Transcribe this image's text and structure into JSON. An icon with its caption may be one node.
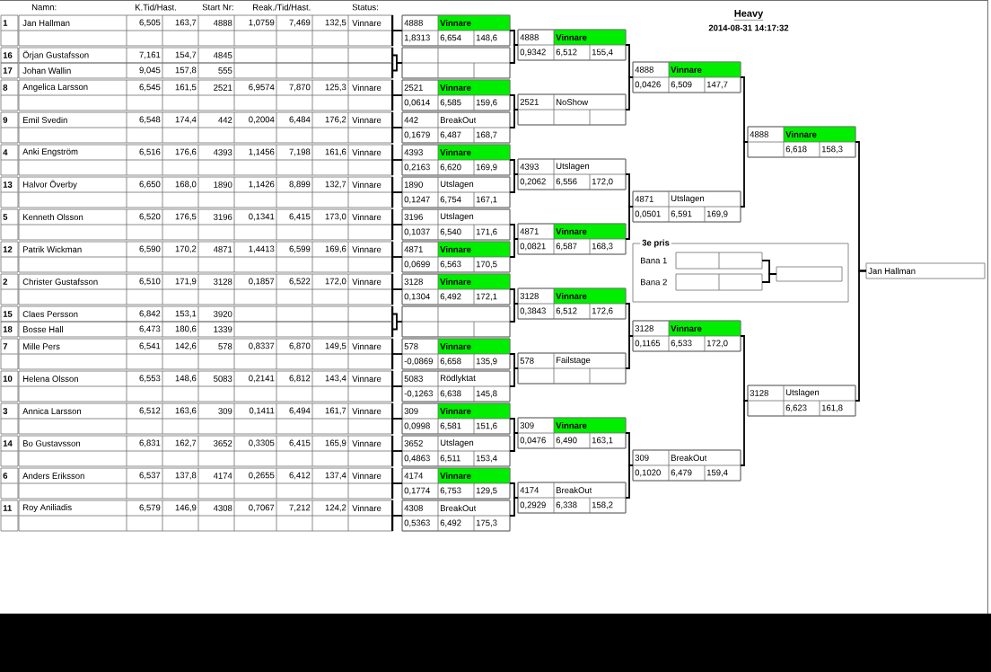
{
  "diagram": {
    "title": "Heavy",
    "nodes": [
      {
        "text": [
          "1",
          "Jan Hallman",
          "6,505",
          "163,7",
          "4888",
          "1,0759",
          "7,469",
          "132,5",
          "Vinnare"
        ]
      },
      {
        "text": [
          "16",
          "Örjan Gustafsson",
          "7,161",
          "154,7",
          "4845"
        ]
      },
      {
        "text": [
          "17",
          "Johan Wallin",
          "9,045",
          "157,8",
          "555"
        ]
      },
      {
        "text": [
          "8",
          "Angelica Larsson",
          "6,545",
          "161,5",
          "2521",
          "6,9574",
          "7,870",
          "125,3",
          "Vinnare"
        ]
      },
      {
        "text": [
          "9",
          "Emil Svedin",
          "6,548",
          "174,4",
          "442",
          "0,2004",
          "6,484",
          "176,2",
          "Vinnare"
        ]
      },
      {
        "text": [
          "4",
          "Anki Engström",
          "6,516",
          "176,6",
          "4393",
          "1,1456",
          "7,198",
          "161,6",
          "Vinnare"
        ]
      },
      {
        "text": [
          "13",
          "Halvor Överby",
          "6,650",
          "168,0",
          "1890",
          "1,1426",
          "8,899",
          "132,7",
          "Vinnare"
        ]
      },
      {
        "text": [
          "5",
          "Kenneth Olsson",
          "6,520",
          "176,5",
          "3196",
          "0,1341",
          "6,415",
          "173,0",
          "Vinnare"
        ]
      },
      {
        "text": [
          "12",
          "Patrik Wickman",
          "6,590",
          "170,2",
          "4871",
          "1,4413",
          "6,599",
          "169,6",
          "Vinnare"
        ]
      },
      {
        "text": [
          "2",
          "Christer Gustafsson",
          "6,510",
          "171,9",
          "3128",
          "0,1857",
          "6,522",
          "172,0",
          "Vinnare"
        ]
      },
      {
        "text": [
          "15",
          "Claes Persson",
          "6,842",
          "153,1",
          "3920"
        ]
      },
      {
        "text": [
          "18",
          "Bosse Hall",
          "6,473",
          "180,6",
          "1339"
        ]
      },
      {
        "text": [
          "7",
          "Mille Pers",
          "6,541",
          "142,6",
          "578",
          "0,8337",
          "6,870",
          "149,5",
          "Vinnare"
        ]
      },
      {
        "text": [
          "10",
          "Helena Olsson",
          "6,553",
          "148,6",
          "5083",
          "0,2141",
          "6,812",
          "143,4",
          "Vinnare"
        ]
      },
      {
        "text": [
          "3",
          "Annica Larsson",
          "6,512",
          "163,6",
          "309",
          "0,1411",
          "6,494",
          "161,7",
          "Vinnare"
        ]
      },
      {
        "text": [
          "14",
          "Bo Gustavsson",
          "6,831",
          "162,7",
          "3652",
          "0,3305",
          "6,415",
          "165,9",
          "Vinnare"
        ]
      },
      {
        "text": [
          "6",
          "Anders Eriksson",
          "6,537",
          "137,8",
          "4174",
          "0,2655",
          "6,412",
          "137,4",
          "Vinnare"
        ]
      },
      {
        "text": [
          "11",
          "Roy Aniliadis",
          "6,579",
          "146,9",
          "4308",
          "0,7067",
          "7,212",
          "124,2",
          "Vinnare"
        ]
      },
      {
        "text": [
          "4888",
          "Vinnare",
          "1,8313",
          "6,654",
          "148,6"
        ]
      },
      {
        "text": [],
        "shape": "box"
      },
      {
        "text": [
          "2521",
          "Vinnare",
          "0,0614",
          "6,585",
          "159,6"
        ]
      },
      {
        "text": [
          "442",
          "BreakOut",
          "0,1679",
          "6,487",
          "168,7"
        ]
      },
      {
        "text": [
          "4393",
          "Vinnare",
          "0,2163",
          "6,620",
          "169,9"
        ]
      },
      {
        "text": [
          "1890",
          "Utslagen",
          "0,1247",
          "6,754",
          "167,1"
        ]
      },
      {
        "text": [
          "3196",
          "Utslagen",
          "0,1037",
          "6,540",
          "171,6"
        ]
      },
      {
        "text": [
          "4871",
          "Vinnare",
          "0,0699",
          "6,563",
          "170,5"
        ]
      },
      {
        "text": [
          "3128",
          "Vinnare",
          "0,1304",
          "6,492",
          "172,1"
        ]
      },
      {
        "text": [],
        "shape": "box"
      },
      {
        "text": [
          "578",
          "Vinnare",
          "-0,0869",
          "6,658",
          "135,9"
        ]
      },
      {
        "text": [
          "5083",
          "Rödlyktat",
          "-0,1263",
          "6,638",
          "145,8"
        ]
      },
      {
        "text": [
          "309",
          "Vinnare",
          "0,0998",
          "6,581",
          "151,6"
        ]
      },
      {
        "text": [
          "3652",
          "Utslagen",
          "0,4863",
          "6,511",
          "153,4"
        ]
      },
      {
        "text": [
          "4174",
          "Vinnare",
          "0,1774",
          "6,753",
          "129,5"
        ]
      },
      {
        "text": [
          "4308",
          "BreakOut",
          "0,5363",
          "6,492",
          "175,3"
        ]
      },
      {
        "text": [
          "4888",
          "Vinnare",
          "0,9342",
          "6,512",
          "155,4"
        ]
      },
      {
        "text": [
          "2521",
          "NoShow"
        ]
      },
      {
        "text": [
          "4393",
          "Utslagen",
          "0,2062",
          "6,556",
          "172,0"
        ]
      },
      {
        "text": [
          "4871",
          "Vinnare",
          "0,0821",
          "6,587",
          "168,3"
        ]
      },
      {
        "text": [
          "3128",
          "Vinnare",
          "0,3843",
          "6,512",
          "172,6"
        ]
      },
      {
        "text": [
          "578",
          "Failstage"
        ]
      },
      {
        "text": [
          "309",
          "Vinnare",
          "0,0476",
          "6,490",
          "163,1"
        ]
      },
      {
        "text": [
          "4174",
          "BreakOut",
          "0,2929",
          "6,338",
          "158,2"
        ]
      },
      {
        "text": [
          "4888",
          "Vinnare",
          "0,0426",
          "6,509",
          "147,7"
        ]
      },
      {
        "text": [
          "4871",
          "Utslagen",
          "0,0501",
          "6,591",
          "169,9"
        ]
      },
      {
        "text": [
          "3128",
          "Vinnare",
          "0,1165",
          "6,533",
          "172,0"
        ]
      },
      {
        "text": [
          "309",
          "BreakOut",
          "0,1020",
          "6,479",
          "159,4"
        ]
      },
      {
        "text": [
          "4888",
          "Vinnare",
          "6,618",
          "158,3"
        ]
      },
      {
        "text": [
          "3128",
          "Utslagen",
          "6,623",
          "161,8"
        ]
      },
      {
        "text": [
          "Jan Hallman"
        ]
      },
      {
        "text": [
          "3e pris"
        ]
      },
      {
        "text": [
          "Bana 1"
        ],
        "in": 49
      },
      {
        "text": [
          "Bana 2"
        ],
        "in": 49
      },
      {
        "text": [],
        "shape": "box",
        "in": 49
      }
    ],
    "edges": [
      {
        "from": 0,
        "to": 18,
        "arrow": "none"
      },
      {
        "from": 1,
        "to": 19,
        "arrow": "none"
      },
      {
        "from": 2,
        "to": 19,
        "arrow": "none"
      },
      {
        "from": 3,
        "to": 20,
        "arrow": "none"
      },
      {
        "from": 4,
        "to": 21,
        "arrow": "none"
      },
      {
        "from": 5,
        "to": 22,
        "arrow": "none"
      },
      {
        "from": 6,
        "to": 23,
        "arrow": "none"
      },
      {
        "from": 7,
        "to": 24,
        "arrow": "none"
      },
      {
        "from": 8,
        "to": 25,
        "arrow": "none"
      },
      {
        "from": 9,
        "to": 26,
        "arrow": "none"
      },
      {
        "from": 10,
        "to": 27,
        "arrow": "none"
      },
      {
        "from": 11,
        "to": 27,
        "arrow": "none"
      },
      {
        "from": 12,
        "to": 28,
        "arrow": "none"
      },
      {
        "from": 13,
        "to": 29,
        "arrow": "none"
      },
      {
        "from": 14,
        "to": 30,
        "arrow": "none"
      },
      {
        "from": 15,
        "to": 31,
        "arrow": "none"
      },
      {
        "from": 16,
        "to": 32,
        "arrow": "none"
      },
      {
        "from": 17,
        "to": 33,
        "arrow": "none"
      },
      {
        "from": 18,
        "to": 34,
        "arrow": "none"
      },
      {
        "from": 19,
        "to": 34,
        "arrow": "none"
      },
      {
        "from": 20,
        "to": 35,
        "arrow": "none"
      },
      {
        "from": 21,
        "to": 35,
        "arrow": "none"
      },
      {
        "from": 22,
        "to": 36,
        "arrow": "none"
      },
      {
        "from": 23,
        "to": 36,
        "arrow": "none"
      },
      {
        "from": 24,
        "to": 37,
        "arrow": "none"
      },
      {
        "from": 25,
        "to": 37,
        "arrow": "none"
      },
      {
        "from": 26,
        "to": 38,
        "arrow": "none"
      },
      {
        "from": 27,
        "to": 38,
        "arrow": "none"
      },
      {
        "from": 28,
        "to": 39,
        "arrow": "none"
      },
      {
        "from": 29,
        "to": 39,
        "arrow": "none"
      },
      {
        "from": 30,
        "to": 40,
        "arrow": "none"
      },
      {
        "from": 31,
        "to": 40,
        "arrow": "none"
      },
      {
        "from": 32,
        "to": 41,
        "arrow": "none"
      },
      {
        "from": 33,
        "to": 41,
        "arrow": "none"
      },
      {
        "from": 34,
        "to": 42,
        "arrow": "none"
      },
      {
        "from": 35,
        "to": 42,
        "arrow": "none"
      },
      {
        "from": 36,
        "to": 43,
        "arrow": "none"
      },
      {
        "from": 37,
        "to": 43,
        "arrow": "none"
      },
      {
        "from": 38,
        "to": 44,
        "arrow": "none"
      },
      {
        "from": 39,
        "to": 44,
        "arrow": "none"
      },
      {
        "from": 40,
        "to": 45,
        "arrow": "none"
      },
      {
        "from": 41,
        "to": 45,
        "arrow": "none"
      },
      {
        "from": 42,
        "to": 46,
        "arrow": "none"
      },
      {
        "from": 43,
        "to": 46,
        "arrow": "none"
      },
      {
        "from": 44,
        "to": 47,
        "arrow": "none"
      },
      {
        "from": 45,
        "to": 47,
        "arrow": "none"
      },
      {
        "from": 46,
        "to": 48,
        "arrow": "none"
      },
      {
        "from": 47,
        "to": 48,
        "arrow": "none"
      },
      {
        "from": 50,
        "to": 52,
        "arrow": "none"
      },
      {
        "from": 51,
        "to": 52,
        "arrow": "none"
      }
    ],
    "labels": [
      "Namn:",
      "K.Tid/Hast.",
      "Start Nr:",
      "Reak./Tid/Hast.",
      "Status:",
      "2014-08-31 14:17:32"
    ]
  }
}
